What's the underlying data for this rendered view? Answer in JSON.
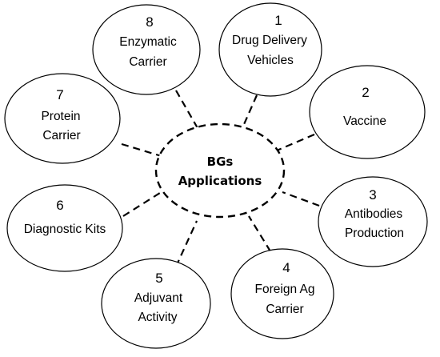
{
  "center": {
    "line1": "BGs",
    "line2": "Applications"
  },
  "nodes": [
    {
      "number": "1",
      "line1": "Drug Delivery",
      "line2": "Vehicles"
    },
    {
      "number": "2",
      "line1": "Vaccine",
      "line2": ""
    },
    {
      "number": "3",
      "line1": "Antibodies",
      "line2": "Production"
    },
    {
      "number": "4",
      "line1": "Foreign Ag",
      "line2": "Carrier"
    },
    {
      "number": "5",
      "line1": "Adjuvant",
      "line2": "Activity"
    },
    {
      "number": "6",
      "line1": "Diagnostic Kits",
      "line2": ""
    },
    {
      "number": "7",
      "line1": "Protein",
      "line2": "Carrier"
    },
    {
      "number": "8",
      "line1": "Enzymatic",
      "line2": "Carrier"
    }
  ]
}
